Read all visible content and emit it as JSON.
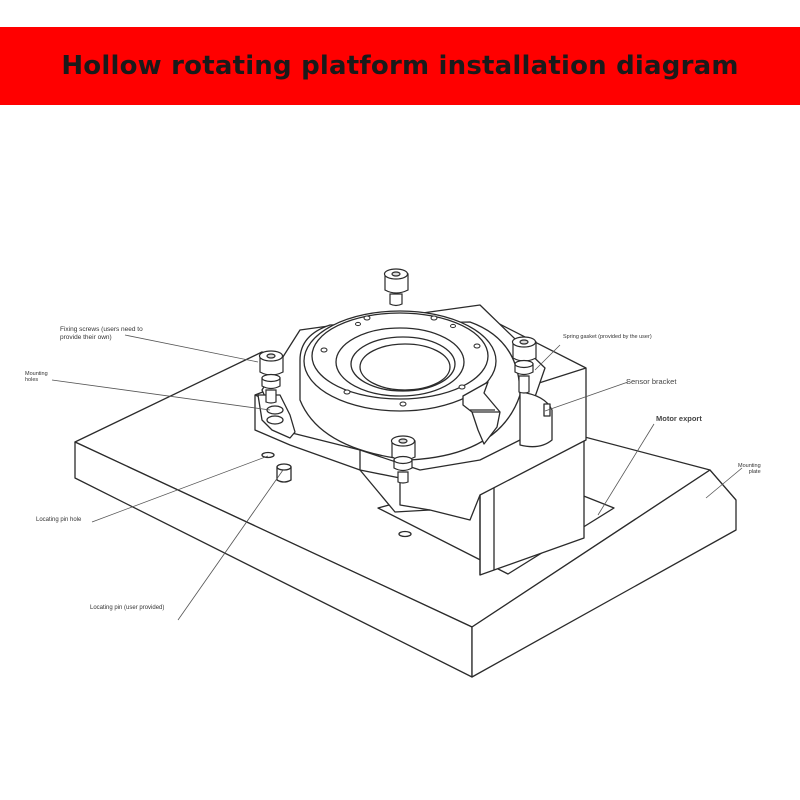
{
  "banner": {
    "title": "Hollow rotating platform installation diagram",
    "background": "#ff0000"
  },
  "labels": {
    "fixing_screws_line1": "Fixing screws (users need to",
    "fixing_screws_line2": "provide their own)",
    "mounting_holes_line1": "Mounting",
    "mounting_holes_line2": "holes",
    "spring_gasket": "Spring gasket (provided by the user)",
    "sensor_bracket": "Sensor bracket",
    "motor_export": "Motor export",
    "mounting_plate_line1": "Mounting",
    "mounting_plate_line2": "plate",
    "locating_pin_hole": "Locating pin hole",
    "locating_pin": "Locating pin (user provided)"
  },
  "colors": {
    "line": "#2b2b2b",
    "text": "#333333"
  }
}
